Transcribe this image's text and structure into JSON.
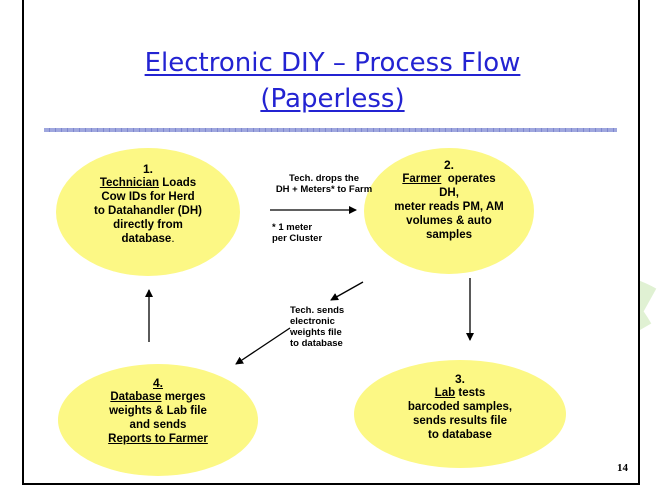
{
  "title": {
    "line1": "Electronic DIY – Process Flow",
    "line2": "(Paperless)"
  },
  "steps": {
    "step1": {
      "number": "1.",
      "role": "Technician",
      "lines": [
        "Loads",
        "Cow IDs for Herd",
        "to Datahandler (DH)",
        "directly from",
        "database",
        "."
      ]
    },
    "step2": {
      "number": "2.",
      "role": "Farmer",
      "lines": [
        "operates",
        "DH,",
        "meter reads PM, AM",
        "volumes & auto",
        "samples"
      ]
    },
    "step3": {
      "number": "3.",
      "role": "Lab",
      "lines": [
        "tests",
        "barcoded samples,",
        "sends results file",
        "to database"
      ]
    },
    "step4": {
      "number": "4.",
      "role": "Database",
      "lines": [
        "merges",
        "weights & Lab file",
        "and sends",
        "Reports to Farmer"
      ]
    }
  },
  "labels": {
    "drop_line1": "Tech. drops the",
    "drop_line2": "DH + Meters* to Farm",
    "meter_line1": "* 1 meter",
    "meter_line2": "per Cluster",
    "sends_line1": "Tech. sends",
    "sends_line2": "electronic",
    "sends_line3": "weights file",
    "sends_line4": "to database"
  },
  "page_number": "14",
  "colors": {
    "title": "#2323d2",
    "ellipse_fill": "#fcf885",
    "divider": "#9fa7de",
    "watermark": "#c8e6b0"
  }
}
